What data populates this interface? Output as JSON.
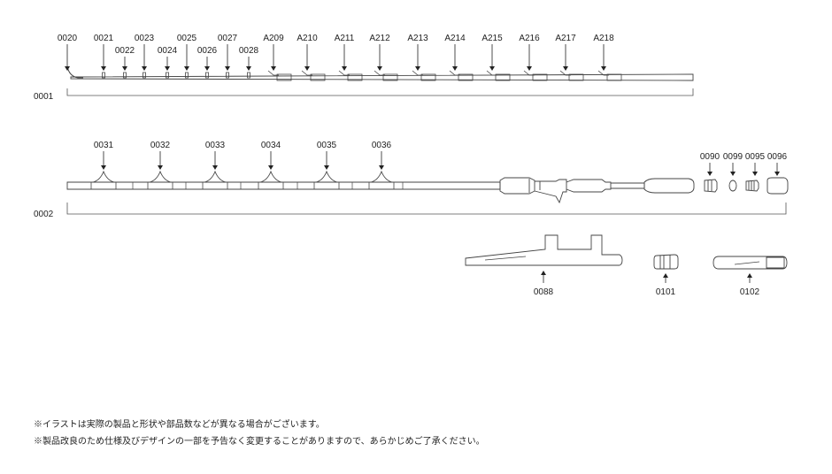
{
  "assemblies": {
    "tip_section": "0001",
    "butt_section": "0002"
  },
  "tip_parts": [
    "0020",
    "0021",
    "0022",
    "0023",
    "0024",
    "0025",
    "0026",
    "0027",
    "0028",
    "A209",
    "A210",
    "A211",
    "A212",
    "A213",
    "A214",
    "A215",
    "A216",
    "A217",
    "A218"
  ],
  "butt_guides": [
    "0031",
    "0032",
    "0033",
    "0034",
    "0035",
    "0036"
  ],
  "reel_seat_parts": [
    "0090",
    "0099",
    "0095",
    "0096"
  ],
  "accessories": [
    "0088",
    "0101",
    "0102"
  ],
  "notes": [
    "※イラストは実際の製品と形状や部品数などが異なる場合がございます。",
    "※製品改良のため仕様及びデザインの一部を予告なく変更することがありますので、あらかじめご了承ください。"
  ]
}
